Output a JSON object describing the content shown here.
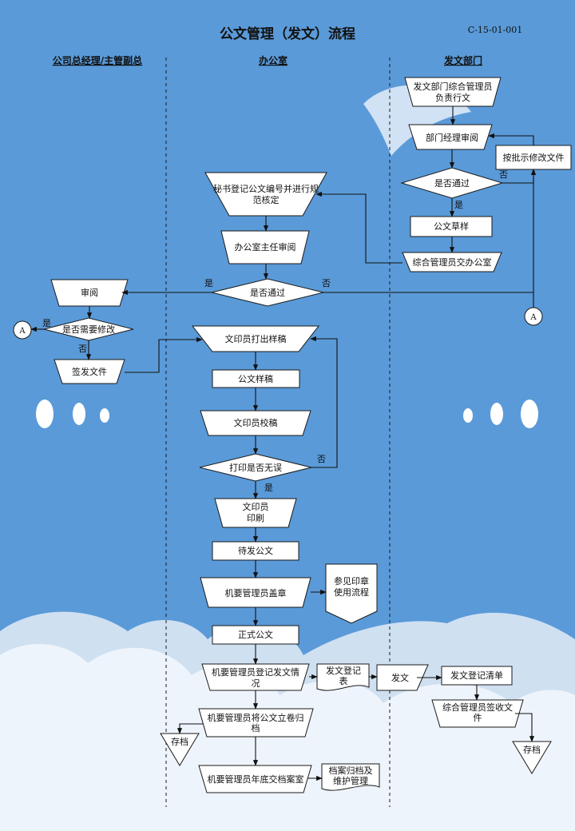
{
  "title": "公文管理（发文）流程",
  "doc_code": "C-15-01-001",
  "lanes": {
    "left": "公司总经理/主管副总",
    "middle": "办公室",
    "right": "发文部门"
  },
  "nodes": {
    "r_start": [
      "发文部门综合管理员",
      "负责行文"
    ],
    "r_review": [
      "部门经理审阅"
    ],
    "r_modify": [
      "按批示修改文件"
    ],
    "r_pass": [
      "是否通过"
    ],
    "r_draft": [
      "公文草样"
    ],
    "r_submit": [
      "综合管理员交办公室"
    ],
    "m_register": [
      "秘书登记公文编号并进行规",
      "范核定"
    ],
    "m_director": [
      "办公室主任审阅"
    ],
    "m_pass": [
      "是否通过"
    ],
    "l_review": [
      "审阅"
    ],
    "l_need_mod": [
      "是否需要修改"
    ],
    "l_sign": [
      "签发文件"
    ],
    "m_print_draft": [
      "文印员打出样稿"
    ],
    "m_sample": [
      "公文样稿"
    ],
    "m_proof": [
      "文印员校稿"
    ],
    "m_print_ok": [
      "打印是否无误"
    ],
    "m_print": [
      "文印员",
      "印刷"
    ],
    "m_pending": [
      "待发公文"
    ],
    "m_seal": [
      "机要管理员盖章"
    ],
    "m_seal_ref": [
      "参见印章",
      "使用流程"
    ],
    "m_official": [
      "正式公文"
    ],
    "m_log": [
      "机要管理员登记发文情",
      "况"
    ],
    "m_log_form": [
      "发文登记",
      "表"
    ],
    "r_send": [
      "发文"
    ],
    "r_send_list": [
      "发文登记清单"
    ],
    "r_sign_recv": [
      "综合管理员签收文",
      "件"
    ],
    "r_archive": [
      "存档"
    ],
    "m_volume": [
      "机要管理员将公文立卷归",
      "档"
    ],
    "l_archive": [
      "存档"
    ],
    "m_yearend": [
      "机要管理员年底交档案室"
    ],
    "m_archive_mgmt": [
      "档案归档及",
      "维护管理"
    ]
  },
  "connectors": {
    "left": "A",
    "right": "A"
  },
  "edge_labels": {
    "r_no": "否",
    "r_yes": "是",
    "m_yes": "是",
    "m_no": "否",
    "l_yes": "是",
    "l_no": "否",
    "print_no": "否",
    "print_yes": "是"
  },
  "colors": {
    "background": "#5a9ad8",
    "node_fill": "#ffffff",
    "stroke": "#1a1a1a"
  }
}
